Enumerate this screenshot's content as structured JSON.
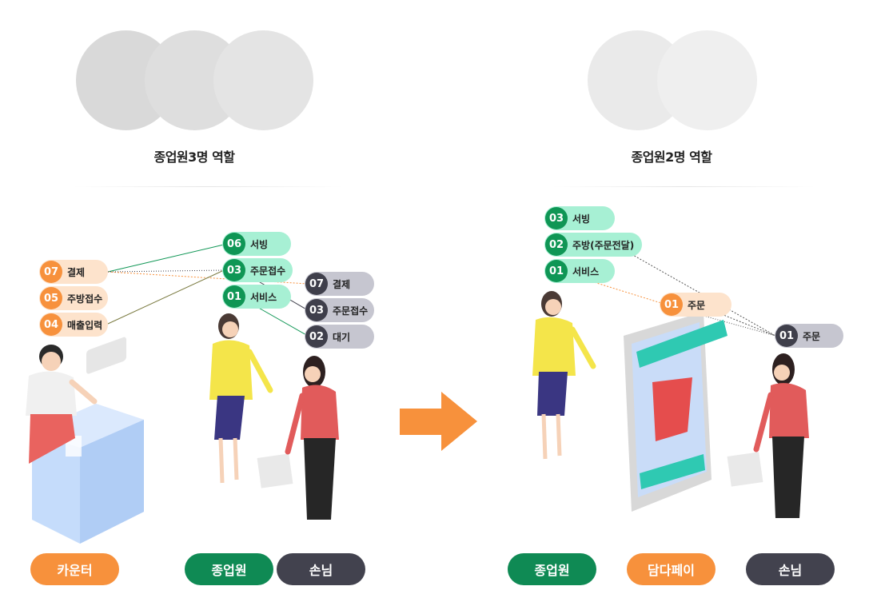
{
  "left": {
    "title": "종업원3명 역할",
    "counter_tags": [
      {
        "num": "07",
        "label": "결제"
      },
      {
        "num": "05",
        "label": "주방접수"
      },
      {
        "num": "04",
        "label": "매출입력"
      }
    ],
    "staff_tags": [
      {
        "num": "06",
        "label": "서빙"
      },
      {
        "num": "03",
        "label": "주문접수"
      },
      {
        "num": "01",
        "label": "서비스"
      }
    ],
    "customer_tags": [
      {
        "num": "07",
        "label": "결제"
      },
      {
        "num": "03",
        "label": "주문접수"
      },
      {
        "num": "02",
        "label": "대기"
      }
    ],
    "pills": {
      "counter": "카운터",
      "staff": "종업원",
      "customer": "손님"
    }
  },
  "right": {
    "title": "종업원2명 역할",
    "staff_tags": [
      {
        "num": "03",
        "label": "서빙"
      },
      {
        "num": "02",
        "label": "주방(주문전달)"
      },
      {
        "num": "01",
        "label": "서비스"
      }
    ],
    "app_tag": {
      "num": "01",
      "label": "주문"
    },
    "customer_tag": {
      "num": "01",
      "label": "주문"
    },
    "pills": {
      "staff": "종업원",
      "app": "담다페이",
      "customer": "손님"
    }
  },
  "colors": {
    "orange": "#f7913c",
    "green": "#0f8a54",
    "dark": "#42424e",
    "mint": "#a7f0d4",
    "peach": "#fde3cc",
    "gray": "#c6c6d0"
  },
  "icons": {
    "arrow": "arrow-right-icon",
    "basket": "shopping-basket-icon"
  }
}
